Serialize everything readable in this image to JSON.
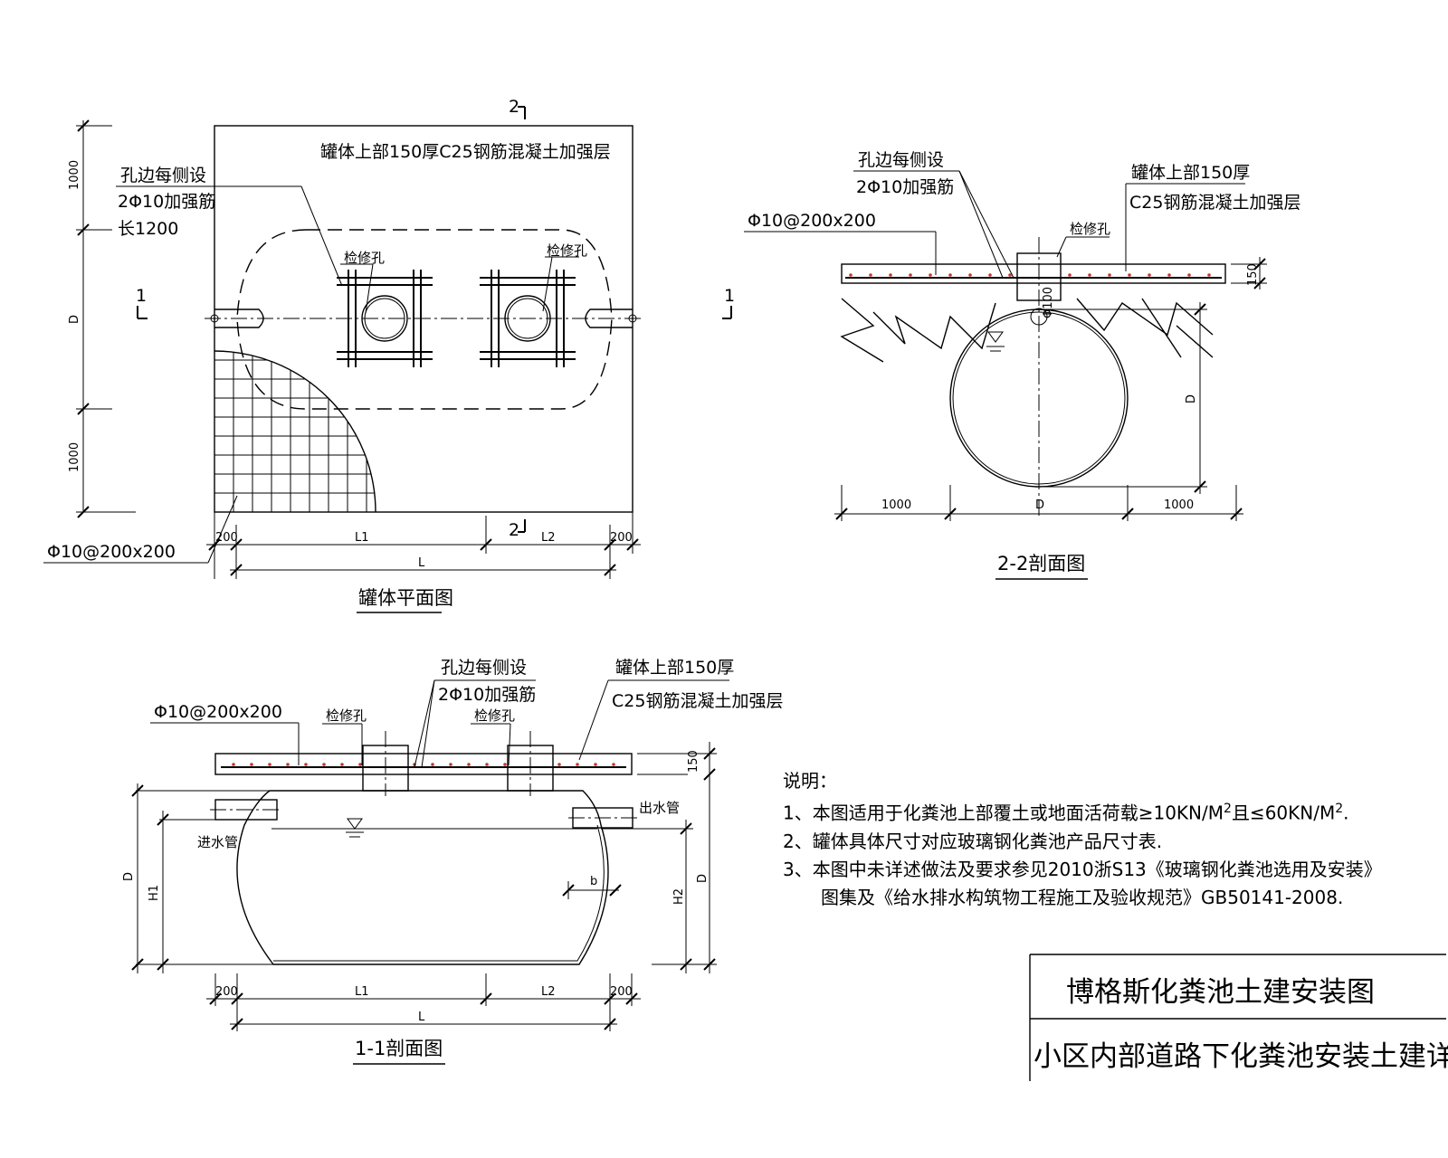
{
  "plan": {
    "title": "罐体平面图",
    "layer_note": "罐体上部150厚C25钢筋混凝土加强层",
    "hole_rebar_line1": "孔边每侧设",
    "hole_rebar_line2": "2Φ10加强筋",
    "hole_rebar_line3": "长1200",
    "manhole_label": "检修孔",
    "mesh_label": "Φ10@200x200",
    "section_mark_1": "1",
    "section_mark_2": "2",
    "dim_top": "1000",
    "dim_middle": "D",
    "dim_bottom": "1000",
    "dim_left_200": "200",
    "dim_l1": "L1",
    "dim_l2": "L2",
    "dim_right_200": "200",
    "dim_total": "L"
  },
  "section22": {
    "title": "2-2剖面图",
    "hole_rebar_line1": "孔边每侧设",
    "hole_rebar_line2": "2Φ10加强筋",
    "layer_line1": "罐体上部150厚",
    "layer_line2": "C25钢筋混凝土加强层",
    "mesh_label": "Φ10@200x200",
    "manhole_label": "检修孔",
    "dim_150": "150",
    "dim_d_vertical": "D",
    "dim_pipe": "Φ100",
    "dim_left_1000": "1000",
    "dim_d": "D",
    "dim_right_1000": "1000"
  },
  "section11": {
    "title": "1-1剖面图",
    "hole_rebar_line1": "孔边每侧设",
    "hole_rebar_line2": "2Φ10加强筋",
    "layer_line1": "罐体上部150厚",
    "layer_line2": "C25钢筋混凝土加强层",
    "mesh_label": "Φ10@200x200",
    "manhole_label": "检修孔",
    "inlet_label": "进水管",
    "outlet_label": "出水管",
    "dim_150": "150",
    "dim_d_left": "D",
    "dim_h1": "H1",
    "dim_h2": "H2",
    "dim_d_right": "D",
    "dim_b": "b",
    "dim_left_200": "200",
    "dim_l1": "L1",
    "dim_l2": "L2",
    "dim_right_200": "200",
    "dim_total": "L"
  },
  "notes": {
    "heading": "说明：",
    "line1_a": "1、本图适用于化粪池上部覆土或地面活荷载≥10KN/M",
    "line1_sup1": "2",
    "line1_b": "且≤60KN/M",
    "line1_sup2": "2",
    "line1_c": ".",
    "line2": "2、罐体具体尺寸对应玻璃钢化粪池产品尺寸表.",
    "line3": "3、本图中未详述做法及要求参见2010浙S13《玻璃钢化粪池选用及安装》",
    "line4": "图集及《给水排水构筑物工程施工及验收规范》GB50141-2008."
  },
  "title_block": {
    "line1": "博格斯化粪池土建安装图",
    "line2": "小区内部道路下化粪池安装土建详图"
  }
}
